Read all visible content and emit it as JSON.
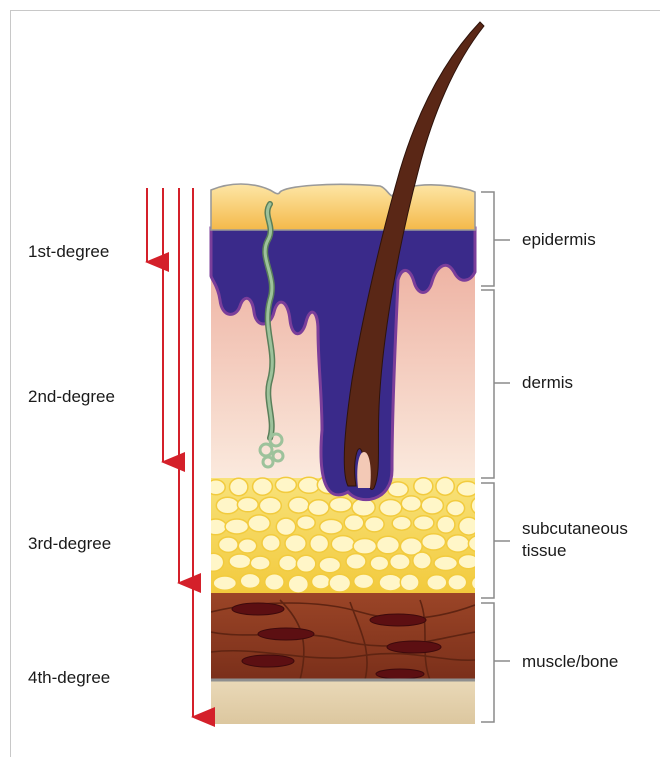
{
  "diagram": {
    "burn_degrees": [
      {
        "id": "first",
        "label": "1st-degree"
      },
      {
        "id": "second",
        "label": "2nd-degree"
      },
      {
        "id": "third",
        "label": "3rd-degree"
      },
      {
        "id": "fourth",
        "label": "4th-degree"
      }
    ],
    "layers": [
      {
        "id": "epidermis",
        "label": "epidermis"
      },
      {
        "id": "dermis",
        "label": "dermis"
      },
      {
        "id": "subcutaneous",
        "label_line1": "subcutaneous",
        "label_line2": "tissue"
      },
      {
        "id": "muscle",
        "label": "muscle/bone"
      }
    ],
    "colors": {
      "arrow": "#d4202a",
      "epidermis_top": "#f5c870",
      "epidermis_dark": "#3a2a8a",
      "dermis": "#f3c9b6",
      "fat": "#f8df6a",
      "muscle": "#8c3a22",
      "bone": "#e6d3b0",
      "hair": "#4a1f14",
      "vessel": "#7aa37a"
    }
  }
}
